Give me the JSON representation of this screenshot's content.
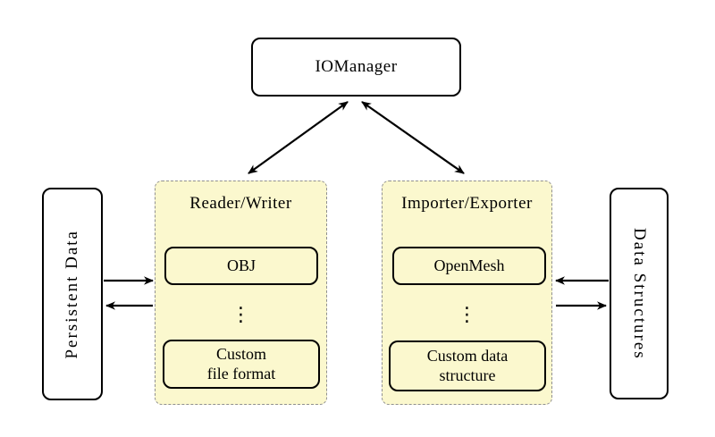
{
  "diagram": {
    "io_manager": {
      "label": "IOManager"
    },
    "persistent_data": {
      "label": "Persistent Data"
    },
    "data_structures": {
      "label": "Data Structures"
    },
    "reader_writer": {
      "label": "Reader/Writer",
      "items": [
        {
          "label": "OBJ"
        },
        {
          "label": "⋮"
        },
        {
          "lines": [
            "Custom",
            "file format"
          ]
        }
      ]
    },
    "importer_exporter": {
      "label": "Importer/Exporter",
      "items": [
        {
          "label": "OpenMesh"
        },
        {
          "label": "⋮"
        },
        {
          "lines": [
            "Custom data",
            "structure"
          ]
        }
      ]
    },
    "connections": [
      {
        "from": "io_manager",
        "to": "reader_writer",
        "type": "bidirectional"
      },
      {
        "from": "io_manager",
        "to": "importer_exporter",
        "type": "bidirectional"
      },
      {
        "from": "persistent_data",
        "to": "reader_writer",
        "type": "one-way"
      },
      {
        "from": "reader_writer",
        "to": "persistent_data",
        "type": "one-way"
      },
      {
        "from": "data_structures",
        "to": "importer_exporter",
        "type": "one-way"
      },
      {
        "from": "importer_exporter",
        "to": "data_structures",
        "type": "one-way"
      }
    ],
    "colors": {
      "group_fill": "#FBF8CE",
      "group_border": "#909090",
      "box_border": "#000000",
      "arrow": "#000000",
      "background": "#FFFFFF"
    }
  }
}
